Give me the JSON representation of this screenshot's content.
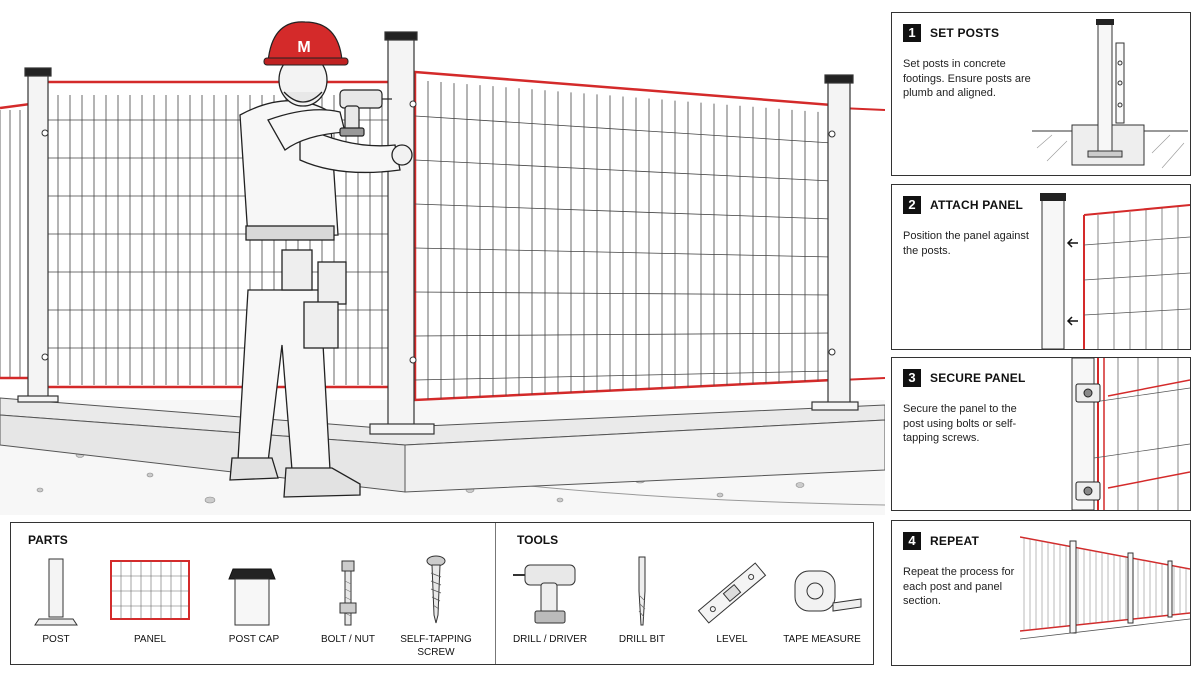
{
  "colors": {
    "accent": "#d42a2a",
    "ink": "#222222",
    "ground": "#f2f2f2"
  },
  "helmet_logo": "M",
  "steps": [
    {
      "number": "1",
      "title": "SET POSTS",
      "description": "Set posts in concrete footings. Ensure posts are plumb and aligned."
    },
    {
      "number": "2",
      "title": "ATTACH PANEL",
      "description": "Position the panel against the posts."
    },
    {
      "number": "3",
      "title": "SECURE PANEL",
      "description": "Secure the panel to the post using bolts or self-tapping screws."
    },
    {
      "number": "4",
      "title": "REPEAT",
      "description": "Repeat the process for each post and panel section."
    }
  ],
  "legend": {
    "parts_title": "PARTS",
    "tools_title": "TOOLS",
    "parts": [
      {
        "label": "POST",
        "icon": "post-icon"
      },
      {
        "label": "PANEL",
        "icon": "panel-icon"
      },
      {
        "label": "POST CAP",
        "icon": "post-cap-icon"
      },
      {
        "label": "BOLT / NUT",
        "icon": "bolt-nut-icon"
      },
      {
        "label": "SELF-TAPPING SCREW",
        "icon": "screw-icon"
      }
    ],
    "tools": [
      {
        "label": "DRILL / DRIVER",
        "icon": "drill-icon"
      },
      {
        "label": "DRILL BIT",
        "icon": "drill-bit-icon"
      },
      {
        "label": "LEVEL",
        "icon": "level-icon"
      },
      {
        "label": "TAPE MEASURE",
        "icon": "tape-measure-icon"
      }
    ]
  }
}
